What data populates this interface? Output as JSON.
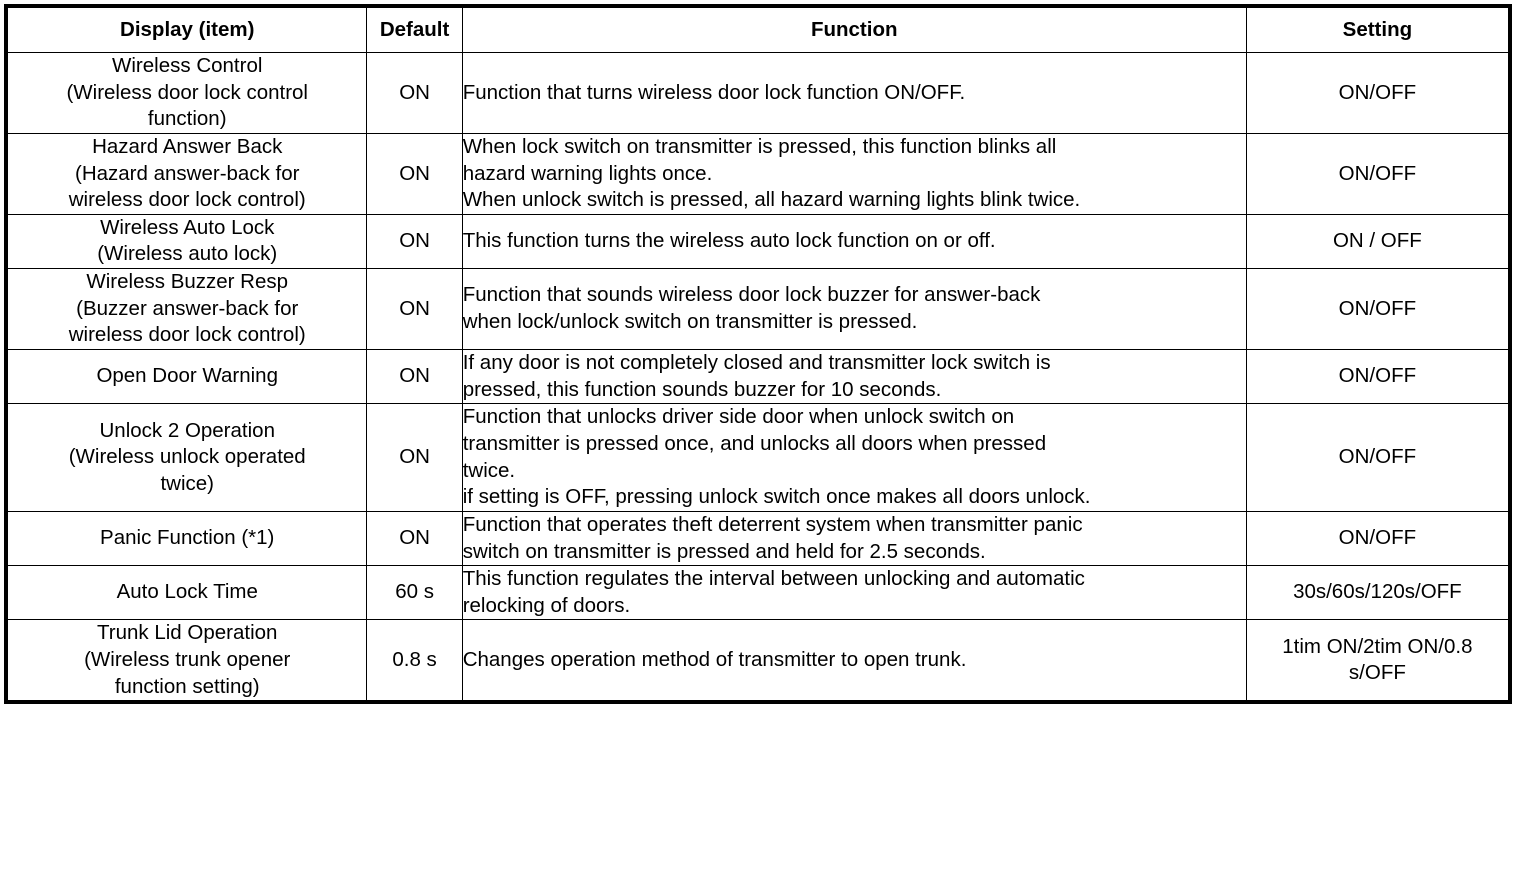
{
  "table": {
    "headers": {
      "display": "Display (item)",
      "default": "Default",
      "function": "Function",
      "setting": "Setting"
    },
    "rows": [
      {
        "display_lines": [
          "Wireless Control",
          "(Wireless door lock control",
          "function)"
        ],
        "default": "ON",
        "function_lines": [
          "Function that turns wireless door lock function ON/OFF."
        ],
        "setting_lines": [
          "ON/OFF"
        ]
      },
      {
        "display_lines": [
          "Hazard Answer Back",
          "(Hazard answer-back for",
          "wireless door lock control)"
        ],
        "default": "ON",
        "function_lines": [
          "When lock switch on transmitter is pressed, this function blinks all",
          "hazard warning lights once.",
          "When unlock switch is pressed, all hazard warning lights blink twice."
        ],
        "setting_lines": [
          "ON/OFF"
        ]
      },
      {
        "display_lines": [
          "Wireless Auto Lock",
          "(Wireless auto lock)"
        ],
        "default": "ON",
        "function_lines": [
          "This function turns the wireless auto lock function on or off."
        ],
        "setting_lines": [
          "ON / OFF"
        ]
      },
      {
        "display_lines": [
          "Wireless Buzzer Resp",
          "(Buzzer answer-back for",
          "wireless door lock control)"
        ],
        "default": "ON",
        "function_lines": [
          "Function that sounds wireless door lock buzzer for answer-back",
          "when lock/unlock switch on transmitter is pressed."
        ],
        "setting_lines": [
          "ON/OFF"
        ]
      },
      {
        "display_lines": [
          "Open Door Warning"
        ],
        "default": "ON",
        "function_lines": [
          "If any door is not completely closed and transmitter lock switch is",
          "pressed, this function sounds buzzer for 10 seconds."
        ],
        "setting_lines": [
          "ON/OFF"
        ]
      },
      {
        "display_lines": [
          "Unlock 2 Operation",
          "(Wireless unlock operated",
          "twice)"
        ],
        "default": "ON",
        "function_lines": [
          "Function that unlocks driver side door when unlock switch on",
          "transmitter is pressed once, and unlocks all doors when pressed",
          "twice.",
          "if setting is OFF, pressing unlock switch once makes all doors unlock."
        ],
        "setting_lines": [
          "ON/OFF"
        ]
      },
      {
        "display_lines": [
          "Panic Function (*1)"
        ],
        "default": "ON",
        "function_lines": [
          "Function that operates theft deterrent system when transmitter panic",
          "switch on transmitter is pressed and held for 2.5 seconds."
        ],
        "setting_lines": [
          "ON/OFF"
        ]
      },
      {
        "display_lines": [
          "Auto Lock Time"
        ],
        "default": "60 s",
        "function_lines": [
          "This function regulates the interval between unlocking and automatic",
          "relocking of doors."
        ],
        "setting_lines": [
          "30s/60s/120s/OFF"
        ]
      },
      {
        "display_lines": [
          "Trunk Lid Operation",
          "(Wireless trunk opener",
          "function setting)"
        ],
        "default": "0.8 s",
        "function_lines": [
          "Changes operation method of transmitter to open trunk."
        ],
        "setting_lines": [
          "1tim ON/2tim ON/0.8",
          "s/OFF"
        ]
      }
    ]
  }
}
